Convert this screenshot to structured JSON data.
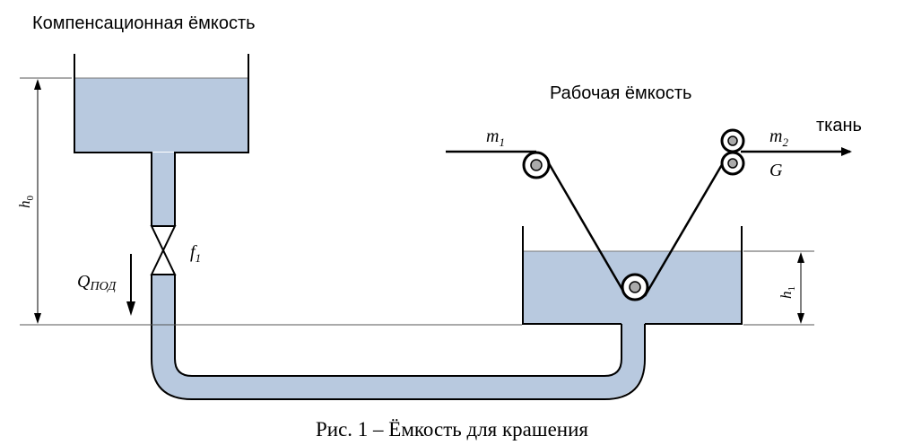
{
  "labels": {
    "comp_tank_title": "Компенсационная ёмкость",
    "work_tank_title": "Рабочая ёмкость",
    "h0": "h",
    "h0_sub": "0",
    "h1": "h",
    "h1_sub": "1",
    "f1": "f",
    "f1_sub": "1",
    "q": "Q",
    "q_sub": "ПОД",
    "m1": "m",
    "m1_sub": "1",
    "m2": "m",
    "m2_sub": "2",
    "g": "G",
    "fabric": "ткань",
    "caption": "Рис.  1 – Ёмкость для крашения"
  },
  "colors": {
    "liquid": "#b8c9df",
    "line": "#000000",
    "thin_line": "#555555"
  }
}
